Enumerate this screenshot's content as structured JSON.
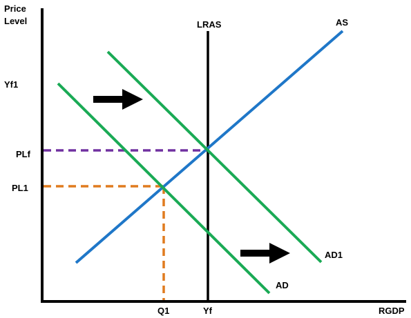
{
  "axes": {
    "y_title_line1": "Price",
    "y_title_line2": "Level",
    "x_title": "RGDP"
  },
  "labels": {
    "yf1": "Yf1",
    "plf": "PLf",
    "pl1": "PL1",
    "q1": "Q1",
    "yf": "Yf"
  },
  "curves": {
    "lras": "LRAS",
    "as": "AS",
    "ad": "AD",
    "ad1": "AD1"
  },
  "colors": {
    "axis": "#000000",
    "lras": "#000000",
    "as": "#1f77c8",
    "ad": "#1aaa55",
    "ad1": "#1aaa55",
    "plf_guide": "#7030a0",
    "pl1_guide": "#e07b1f",
    "arrow": "#000000"
  }
}
